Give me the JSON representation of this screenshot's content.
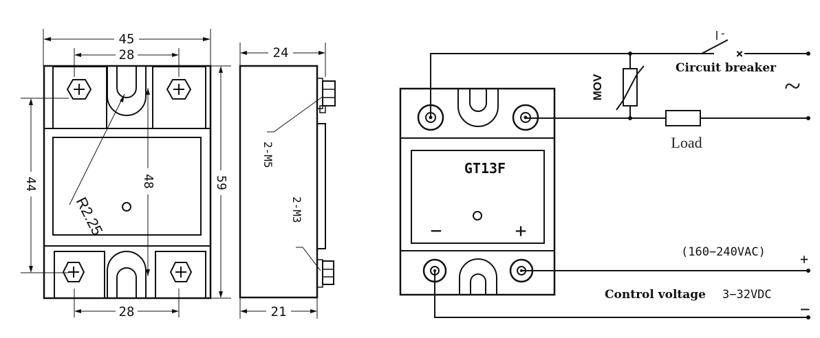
{
  "front_view": {
    "dim_width": "45",
    "dim_top_spacing": "28",
    "dim_bottom_spacing": "28",
    "dim_height": "44",
    "dim_hole_spacing": "48",
    "dim_total_height": "59",
    "radius_label": "R2.25"
  },
  "side_view": {
    "dim_top": "24",
    "dim_bottom": "21",
    "screw_m5": "2-M5",
    "screw_m3": "2-M3"
  },
  "wiring": {
    "model": "GT13F",
    "minus": "−",
    "plus": "+",
    "mov_label": "MOV",
    "breaker_label": "Circuit breaker",
    "ac_symbol": "~",
    "load_label": "Load",
    "input_range": "(160−240VAC)",
    "input_plus": "+",
    "control_label": "Control voltage",
    "control_range": "3−32VDC",
    "control_minus": "−",
    "breaker_open_mark": "×",
    "breaker_tick": "-"
  }
}
